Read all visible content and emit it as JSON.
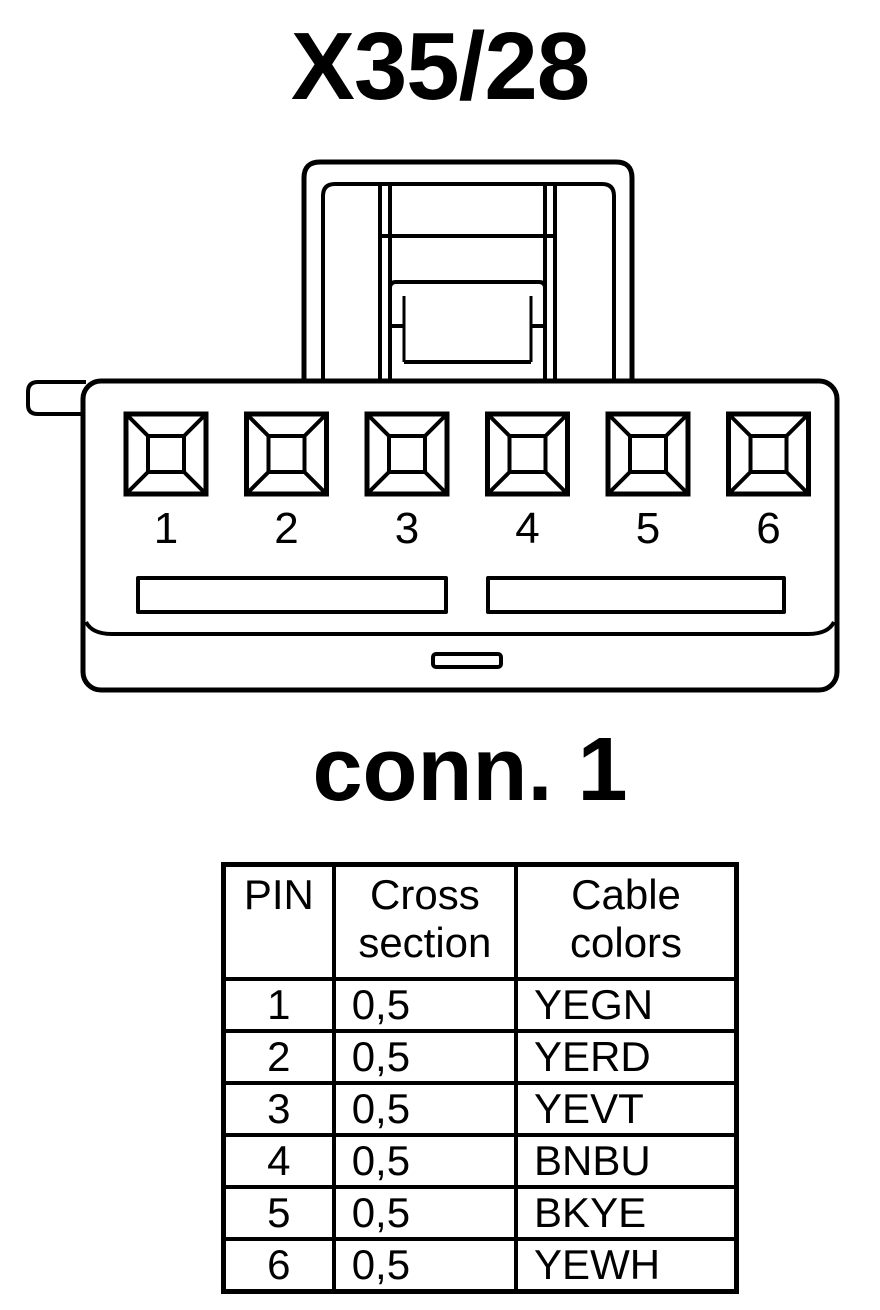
{
  "title": "X35/28",
  "subtitle": "conn. 1",
  "pins": [
    "1",
    "2",
    "3",
    "4",
    "5",
    "6"
  ],
  "table": {
    "headers": [
      {
        "line1": "PIN",
        "line2": ""
      },
      {
        "line1": "Cross",
        "line2": "section"
      },
      {
        "line1": "Cable",
        "line2": "colors"
      }
    ],
    "rows": [
      {
        "pin": "1",
        "cross_section": "0,5",
        "color": "YEGN"
      },
      {
        "pin": "2",
        "cross_section": "0,5",
        "color": "YERD"
      },
      {
        "pin": "3",
        "cross_section": "0,5",
        "color": "YEVT"
      },
      {
        "pin": "4",
        "cross_section": "0,5",
        "color": "BNBU"
      },
      {
        "pin": "5",
        "cross_section": "0,5",
        "color": "BKYE"
      },
      {
        "pin": "6",
        "cross_section": "0,5",
        "color": "YEWH"
      }
    ]
  }
}
